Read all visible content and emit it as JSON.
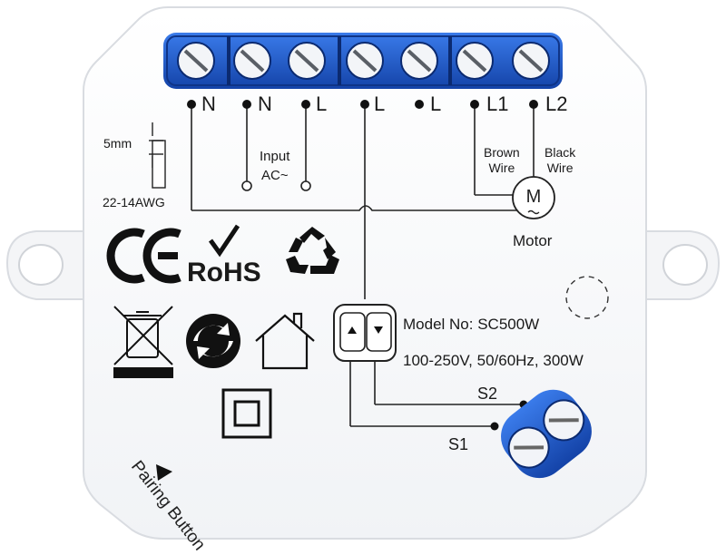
{
  "terminals": {
    "t1": "N",
    "t2": "N",
    "t3": "L",
    "t4": "L",
    "t5": "L",
    "t6": "L1",
    "t7": "L2"
  },
  "input_label": "Input",
  "input_ac": "AC~",
  "wire_gauge": "22-14AWG",
  "strip_length": "5mm",
  "brown_wire_label": "Brown\nWire",
  "black_wire_label": "Black\nWire",
  "motor_symbol": "M",
  "motor_label": "Motor",
  "ce_mark": "CE",
  "rohs_mark": "RoHS",
  "model": "Model No: SC500W",
  "specs": "100-250V, 50/60Hz, 300W",
  "s1_label": "S1",
  "s2_label": "S2",
  "pairing_label": "Pairing Button",
  "colors": {
    "terminal_blue": "#1f5fd6",
    "body": "#ffffff",
    "line": "#222222"
  },
  "icons": [
    "recycle-icon",
    "weee-bin-icon",
    "green-dot-icon",
    "house-icon",
    "double-insulation-icon",
    "up-down-switch-icon",
    "motor-icon"
  ]
}
